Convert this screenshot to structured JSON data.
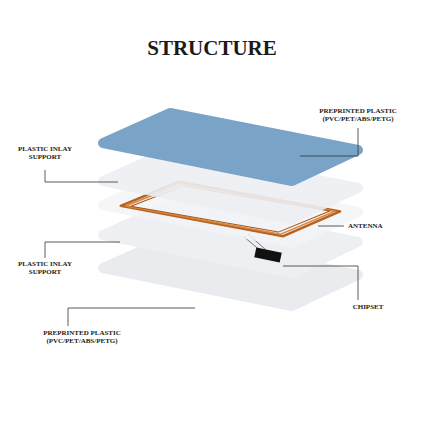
{
  "diagram": {
    "title": "STRUCTURE",
    "labels": [
      "PREPRINTED PLASTIC (PVC/PET/ABS/PETG)",
      "PLASTIC INLAY SUPPORT",
      "ANTENNA",
      "PLASTIC INLAY SUPPORT",
      "CHIPSET",
      "PREPRINTED PLASTIC (PVC/PET/ABS/PETG)"
    ]
  }
}
